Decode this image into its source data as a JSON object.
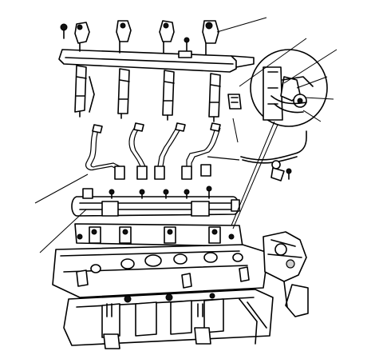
{
  "diagram": {
    "background": "#ffffff",
    "ink": "#000000",
    "components": [
      "ignition-coil-1",
      "ignition-coil-2",
      "ignition-coil-3",
      "ignition-coil-4",
      "coil-harness-rail",
      "injector-line-1",
      "injector-line-2",
      "injector-line-3",
      "injector-line-4",
      "fuel-rail",
      "injector-row",
      "cylinder-head",
      "intake-manifold",
      "detail-inset-circle"
    ],
    "leader_lines": 10
  }
}
